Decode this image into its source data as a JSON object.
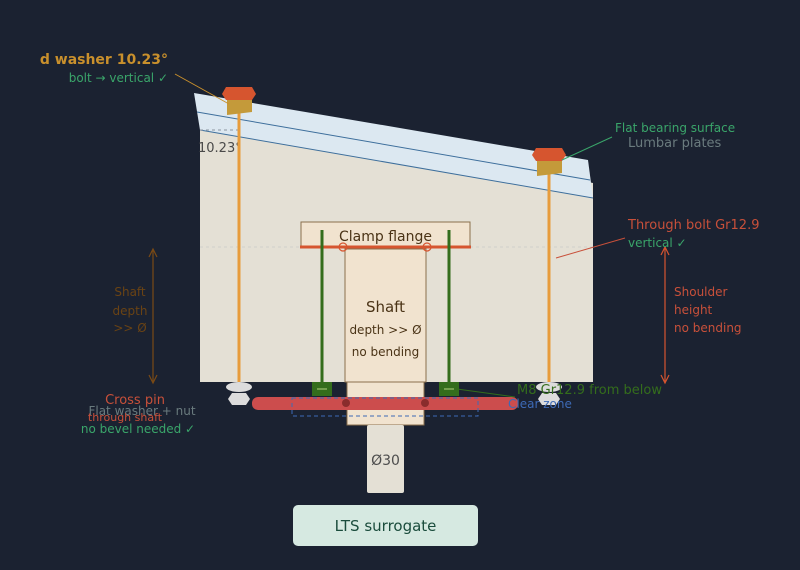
{
  "angle_label": "10.23°",
  "labels": {
    "bevel_washer": "d washer 10.23°",
    "bolt_vertical": "bolt → vertical ✓",
    "flat_bearing": "Flat bearing surface",
    "lumbar_plates": "Lumbar plates",
    "through_bolt": "Through bolt Gr12.9",
    "through_bolt_vertical": "vertical ✓",
    "clamp_flange": "Clamp flange",
    "shaft_title": "Shaft",
    "shaft_line2": "depth >> Ø",
    "shaft_line3": "no bending",
    "shaft_depth_1": "Shaft",
    "shaft_depth_2": "depth",
    "shaft_depth_3": ">> Ø",
    "shoulder_1": "Shoulder",
    "shoulder_2": "height",
    "shoulder_3": "no bending",
    "cross_pin": "Cross pin",
    "through_shaft": "through shaft",
    "flat_washer": "Flat washer + nut",
    "no_bevel": "no bevel needed ✓",
    "m8": "M8 Gr12.9 from below",
    "clear_zone": "Clear zone",
    "diameter": "Ø30",
    "lts": "LTS surrogate"
  },
  "colors": {
    "background": "#1b2231",
    "block": "#e4e0d5",
    "plate": "#dce8f1",
    "plate_line": "#3e6f9c",
    "bolt_orange": "#e79c3c",
    "nut_red": "#d6552f",
    "washer_gold": "#c49a3a",
    "label_gold": "#c9902c",
    "label_green": "#3aa56a",
    "label_gray": "#6a7b7e",
    "label_brown": "#6a4314",
    "label_red": "#c8503a",
    "rod_green": "#346d1c",
    "shaft_fill": "#f1e3cf",
    "cross_pin_red": "#cc4d4d",
    "clear_blue": "#3d6ab6",
    "lts_fill": "#d6e9e1",
    "lts_text": "#1a4c3c"
  }
}
